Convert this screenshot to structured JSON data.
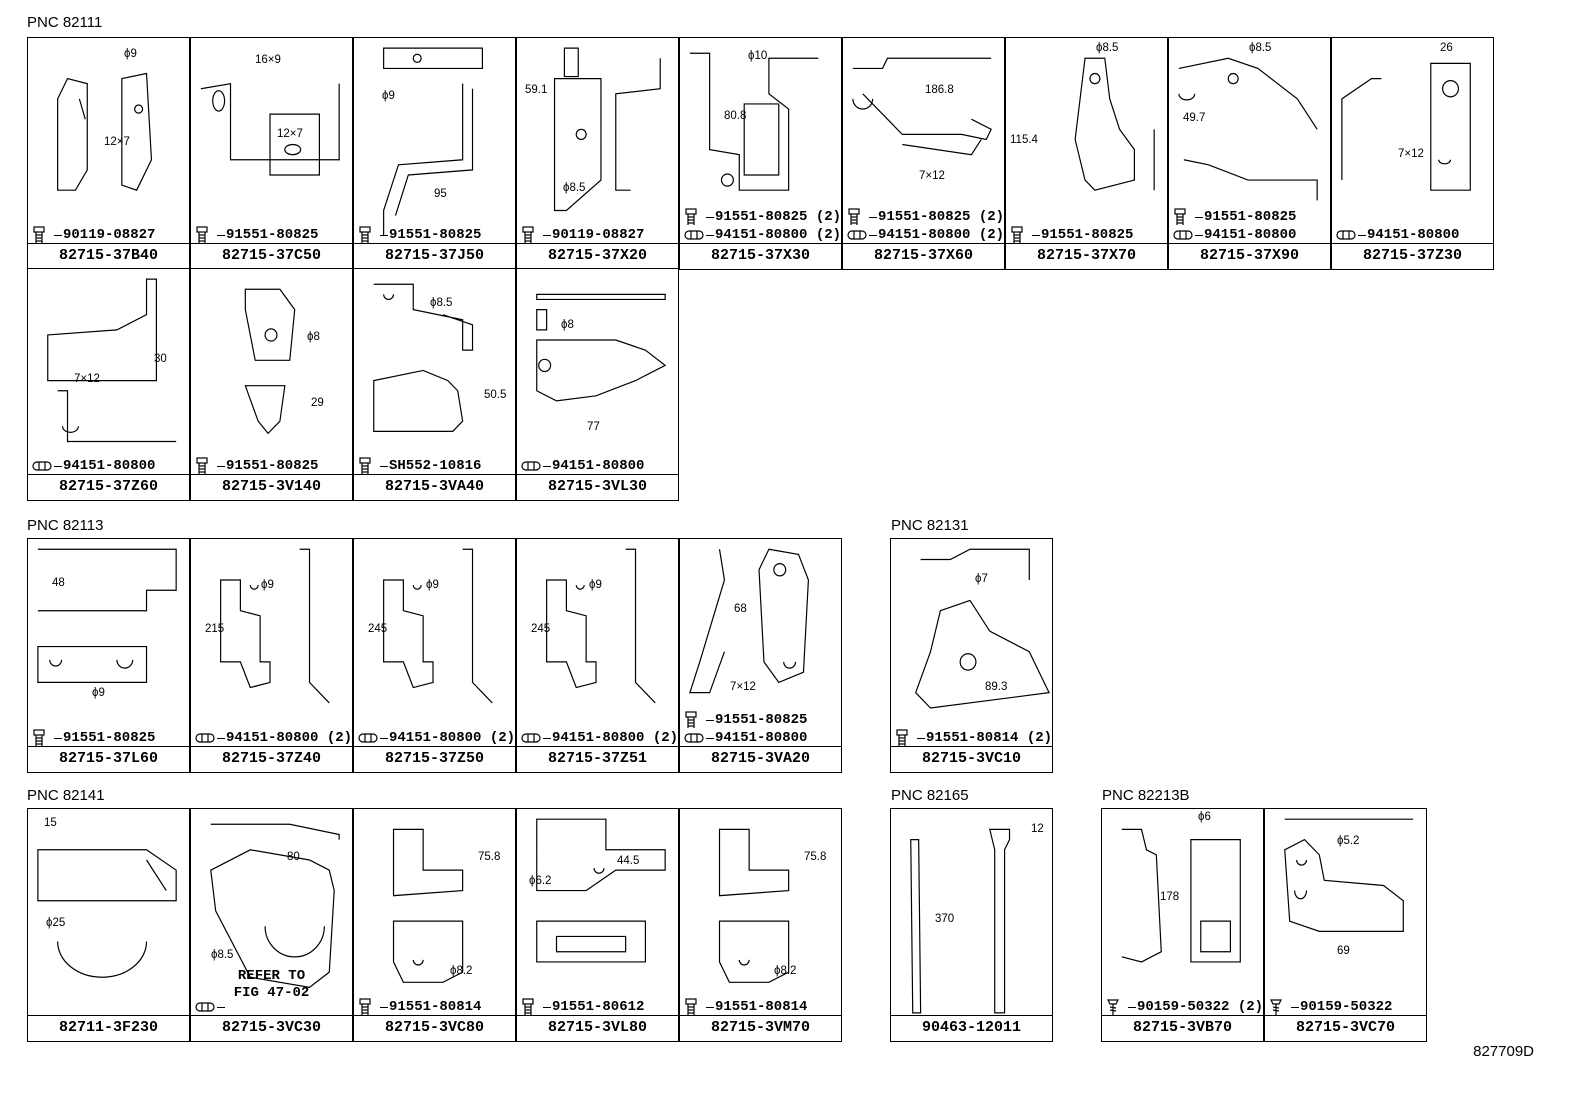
{
  "figure_id": "827709D",
  "groups": [
    {
      "pnc": "PNC 82111",
      "cells": [
        {
          "part": "82715-37B40",
          "fasteners": [
            {
              "type": "bolt",
              "num": "90119-08827"
            }
          ],
          "dims": [
            "ϕ9",
            "12×7"
          ]
        },
        {
          "part": "82715-37C50",
          "fasteners": [
            {
              "type": "bolt",
              "num": "91551-80825"
            }
          ],
          "dims": [
            "16×9",
            "12×7"
          ]
        },
        {
          "part": "82715-37J50",
          "fasteners": [
            {
              "type": "bolt",
              "num": "91551-80825"
            }
          ],
          "dims": [
            "ϕ9",
            "95"
          ]
        },
        {
          "part": "82715-37X20",
          "fasteners": [
            {
              "type": "bolt",
              "num": "90119-08827"
            }
          ],
          "dims": [
            "59.1",
            "ϕ8.5"
          ]
        },
        {
          "part": "82715-37X30",
          "fasteners": [
            {
              "type": "bolt",
              "num": "91551-80825 (2)"
            },
            {
              "type": "clip",
              "num": "94151-80800 (2)"
            }
          ],
          "dims": [
            "ϕ10",
            "80.8"
          ]
        },
        {
          "part": "82715-37X60",
          "fasteners": [
            {
              "type": "bolt",
              "num": "91551-80825 (2)"
            },
            {
              "type": "clip",
              "num": "94151-80800 (2)"
            }
          ],
          "dims": [
            "186.8",
            "7×12"
          ]
        },
        {
          "part": "82715-37X70",
          "fasteners": [
            {
              "type": "bolt",
              "num": "91551-80825"
            }
          ],
          "dims": [
            "ϕ8.5",
            "115.4"
          ]
        },
        {
          "part": "82715-37X90",
          "fasteners": [
            {
              "type": "bolt",
              "num": "91551-80825"
            },
            {
              "type": "clip",
              "num": "94151-80800"
            }
          ],
          "dims": [
            "ϕ8.5",
            "49.7"
          ]
        },
        {
          "part": "82715-37Z30",
          "fasteners": [
            {
              "type": "clip",
              "num": "94151-80800"
            }
          ],
          "dims": [
            "26",
            "7×12"
          ]
        },
        {
          "part": "82715-37Z60",
          "fasteners": [
            {
              "type": "clip",
              "num": "94151-80800"
            }
          ],
          "dims": [
            "30",
            "7×12"
          ]
        },
        {
          "part": "82715-3V140",
          "fasteners": [
            {
              "type": "bolt",
              "num": "91551-80825"
            }
          ],
          "dims": [
            "ϕ8",
            "29"
          ]
        },
        {
          "part": "82715-3VA40",
          "fasteners": [
            {
              "type": "bolt",
              "num": "SH552-10816"
            }
          ],
          "dims": [
            "ϕ8.5",
            "50.5"
          ]
        },
        {
          "part": "82715-3VL30",
          "fasteners": [
            {
              "type": "clip",
              "num": "94151-80800"
            }
          ],
          "dims": [
            "ϕ8",
            "77"
          ]
        }
      ]
    },
    {
      "pnc": "PNC 82113",
      "cells": [
        {
          "part": "82715-37L60",
          "fasteners": [
            {
              "type": "bolt",
              "num": "91551-80825"
            }
          ],
          "dims": [
            "48",
            "ϕ9"
          ]
        },
        {
          "part": "82715-37Z40",
          "fasteners": [
            {
              "type": "clip",
              "num": "94151-80800 (2)"
            }
          ],
          "dims": [
            "215",
            "ϕ9"
          ]
        },
        {
          "part": "82715-37Z50",
          "fasteners": [
            {
              "type": "clip",
              "num": "94151-80800 (2)"
            }
          ],
          "dims": [
            "245",
            "ϕ9"
          ]
        },
        {
          "part": "82715-37Z51",
          "fasteners": [
            {
              "type": "clip",
              "num": "94151-80800 (2)"
            }
          ],
          "dims": [
            "245",
            "ϕ9"
          ]
        },
        {
          "part": "82715-3VA20",
          "fasteners": [
            {
              "type": "bolt",
              "num": "91551-80825"
            },
            {
              "type": "clip",
              "num": "94151-80800"
            }
          ],
          "dims": [
            "68",
            "7×12"
          ]
        }
      ]
    },
    {
      "pnc": "PNC 82131",
      "cells": [
        {
          "part": "82715-3VC10",
          "fasteners": [
            {
              "type": "bolt",
              "num": "91551-80814 (2)"
            }
          ],
          "dims": [
            "ϕ7",
            "89.3"
          ]
        }
      ]
    },
    {
      "pnc": "PNC 82141",
      "cells": [
        {
          "part": "82711-3F230",
          "fasteners": [],
          "dims": [
            "15",
            "ϕ25"
          ]
        },
        {
          "part": "82715-3VC30",
          "fasteners": [
            {
              "type": "clip",
              "num": ""
            }
          ],
          "dims": [
            "80",
            "ϕ8.5"
          ],
          "refer": [
            "REFER TO",
            "FIG 47-02"
          ]
        },
        {
          "part": "82715-3VC80",
          "fasteners": [
            {
              "type": "bolt",
              "num": "91551-80814"
            }
          ],
          "dims": [
            "75.8",
            "ϕ8.2"
          ]
        },
        {
          "part": "82715-3VL80",
          "fasteners": [
            {
              "type": "bolt",
              "num": "91551-80612"
            }
          ],
          "dims": [
            "ϕ6.2",
            "44.5"
          ]
        },
        {
          "part": "82715-3VM70",
          "fasteners": [
            {
              "type": "bolt",
              "num": "91551-80814"
            }
          ],
          "dims": [
            "75.8",
            "ϕ8.2"
          ]
        }
      ]
    },
    {
      "pnc": "PNC 82165",
      "cells": [
        {
          "part": "90463-12011",
          "fasteners": [],
          "dims": [
            "12",
            "370"
          ]
        }
      ]
    },
    {
      "pnc": "PNC 82213B",
      "cells": [
        {
          "part": "82715-3VB70",
          "fasteners": [
            {
              "type": "screw",
              "num": "90159-50322 (2)"
            }
          ],
          "dims": [
            "ϕ6",
            "178"
          ]
        },
        {
          "part": "82715-3VC70",
          "fasteners": [
            {
              "type": "screw",
              "num": "90159-50322"
            }
          ],
          "dims": [
            "ϕ5.2",
            "69"
          ]
        }
      ]
    }
  ]
}
